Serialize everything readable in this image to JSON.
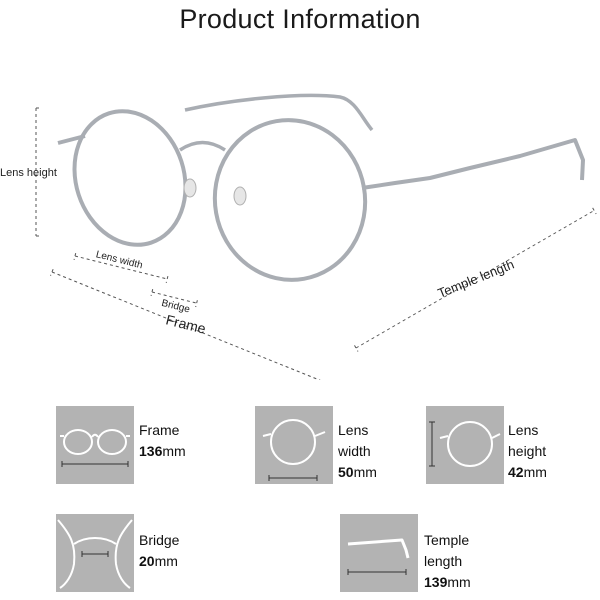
{
  "page": {
    "title": "Product Information"
  },
  "diagram_labels": {
    "lens_height": "Lens height",
    "lens_width": "Lens width",
    "bridge": "Bridge",
    "frame": "Frame",
    "temple_length": "Temple length"
  },
  "specs": [
    {
      "name": "Frame",
      "value": "136",
      "unit": "mm"
    },
    {
      "name": "Lens width",
      "value": "50",
      "unit": "mm"
    },
    {
      "name": "Lens height",
      "value": "42",
      "unit": "mm"
    },
    {
      "name": "Bridge",
      "value": "20",
      "unit": "mm"
    },
    {
      "name": "Temple length",
      "value": "139",
      "unit": "mm"
    }
  ],
  "colors": {
    "thumb_bg": "#b3b3b3",
    "frame_metal": "#a9adb3",
    "dim_line": "#555555"
  }
}
